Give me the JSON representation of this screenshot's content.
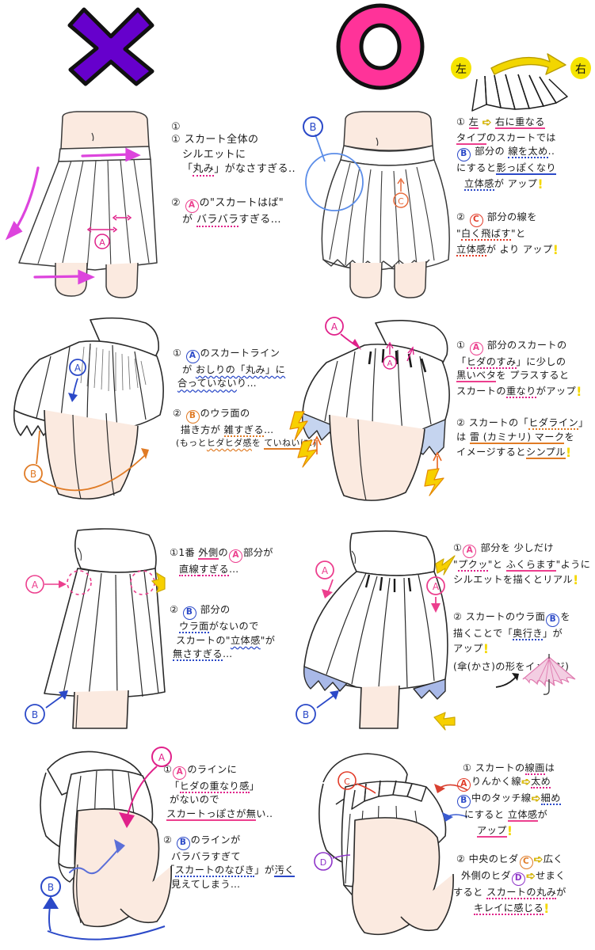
{
  "header": {
    "bad_mark": {
      "icon": "cross-x-icon",
      "color": "#6600CC"
    },
    "good_mark": {
      "icon": "circle-o-icon",
      "color": "#FF3399"
    },
    "pleat_diagram": {
      "left_label": "左",
      "right_label": "右",
      "arrow": "right-arrow-icon",
      "arrow_color": "#F2D600",
      "badge_color": "#F5E400"
    }
  },
  "rows": [
    {
      "id": "row-1",
      "bad": {
        "figure": "front-view-flat-pleated-skirt",
        "markers": [
          {
            "label": "A",
            "color": "#E0218A"
          }
        ],
        "notes": [
          {
            "num": "①",
            "lines": [
              "スカート全体の",
              "シルエットに",
              "「丸み」がなさすぎる.."
            ]
          },
          {
            "num": "②",
            "lines": [
              "Ⓐの\"スカートはば\"",
              "が バラバラすぎる…"
            ]
          }
        ]
      },
      "good": {
        "figure": "front-view-rounded-pleated-skirt",
        "markers": [
          {
            "label": "B",
            "color": "#2B49C8"
          },
          {
            "label": "C",
            "color": "#E23B28"
          }
        ],
        "notes": [
          {
            "num": "①",
            "lines": [
              "左 ⇨ 右に重なる",
              "タイプのスカートでは",
              "Ⓑ部分の線を太め..",
              "にすると影っぽくなり",
              "立体感が アップ！"
            ]
          },
          {
            "num": "②",
            "lines": [
              "Ⓒ部分の線を",
              "\"白く飛ばす\"と",
              "立体感が よりアップ！"
            ]
          }
        ]
      }
    },
    {
      "id": "row-2",
      "bad": {
        "figure": "rear-view-skirt-bad-underside",
        "markers": [
          {
            "label": "A",
            "color": "#2B49C8"
          },
          {
            "label": "B",
            "color": "#E07B25"
          }
        ],
        "notes": [
          {
            "num": "①",
            "lines": [
              "Ⓐのスカートライン",
              "が おしりの「丸み」に",
              "合っていないり…"
            ]
          },
          {
            "num": "②",
            "lines": [
              "Ⓑのウラ面の",
              "描き方が 雑すぎる…",
              "(もっとヒダヒダ感を ていねいに!)"
            ]
          }
        ]
      },
      "good": {
        "figure": "rear-view-skirt-good-underside",
        "markers": [
          {
            "label": "A",
            "color": "#EC3F8E"
          }
        ],
        "notes": [
          {
            "num": "①",
            "lines": [
              "Ⓐ部分のスカートの",
              "「ヒダのすみ」に少しの",
              "黒いベタをプラスすると",
              "スカートの重なりがアップ！"
            ]
          },
          {
            "num": "②",
            "lines": [
              "スカートの「ヒダライン」",
              "は 雷 (カミナリ) マークを",
              "イメージするとシンプル！"
            ]
          }
        ]
      }
    },
    {
      "id": "row-3",
      "bad": {
        "figure": "side-view-straight-skirt",
        "markers": [
          {
            "label": "A",
            "color": "#EC3F8E"
          },
          {
            "label": "B",
            "color": "#2B49C8"
          }
        ],
        "notes": [
          {
            "num": "①",
            "lines": [
              "1番 外側のⒶ部分が",
              "直線すぎる…"
            ]
          },
          {
            "num": "②",
            "lines": [
              "Ⓑ部分の",
              "ウラ面がないので",
              "スカートの\"立体感\"が",
              "無さすぎる…"
            ]
          }
        ]
      },
      "good": {
        "figure": "side-view-puffed-skirt",
        "markers": [
          {
            "label": "A",
            "color": "#EC3F8E"
          },
          {
            "label": "B",
            "color": "#2B49C8"
          }
        ],
        "notes": [
          {
            "num": "①",
            "lines": [
              "Ⓐ部分を 少しだけ",
              "\"プクッ\"と ふくらます\"ように",
              "シルエットを描くとリアル！"
            ]
          },
          {
            "num": "②",
            "lines": [
              "スカートのウラ面Ⓑを",
              "描くことで「奥行き」が",
              "アップ！",
              "(傘(かさ)の形をイメージ)"
            ]
          }
        ],
        "umbrella": {
          "icon": "umbrella-icon",
          "color": "#EFA8C8"
        }
      }
    },
    {
      "id": "row-4",
      "bad": {
        "figure": "bent-over-skirt-bad",
        "markers": [
          {
            "label": "A",
            "color": "#E0218A"
          },
          {
            "label": "B",
            "color": "#2B49C8"
          }
        ],
        "notes": [
          {
            "num": "①",
            "lines": [
              "Ⓐのラインに",
              "「ヒダの重なり感」",
              "がないので",
              "スカートっぽさが無い.."
            ]
          },
          {
            "num": "②",
            "lines": [
              "Ⓑのラインが",
              "バラバラすぎて",
              "「スカートのなびき」が汚く",
              "見えてしまう…"
            ]
          }
        ]
      },
      "good": {
        "figure": "bent-over-skirt-good",
        "markers": [
          {
            "label": "C",
            "color": "#E23B28"
          },
          {
            "label": "D",
            "color": "#8E34C9"
          }
        ],
        "notes": [
          {
            "num": "①",
            "lines": [
              "スカートの線画は",
              "Ⓐりんかく線 ⇨ 太め",
              "Ⓑ中のタッチ線 ⇨ 細め",
              "にすると 立体感が",
              "アップ！"
            ]
          },
          {
            "num": "②",
            "lines": [
              "中央のヒダⒸ ⇨ 広く",
              "外側のヒダⒹ ⇨ せまく",
              "すると スカートの丸みが",
              "キレイに感じる！"
            ]
          }
        ]
      }
    }
  ],
  "palette": {
    "skin": "#FBEAE0",
    "cloth_line": "#2a2a2a",
    "underside_blue": "#C5D4EF",
    "lightning_yellow": "#F7D000",
    "pink": "#EC3F8E",
    "magenta": "#E0218A",
    "blue": "#2B49C8",
    "orange": "#E07B25",
    "red": "#E23B28",
    "purple": "#8E34C9"
  }
}
